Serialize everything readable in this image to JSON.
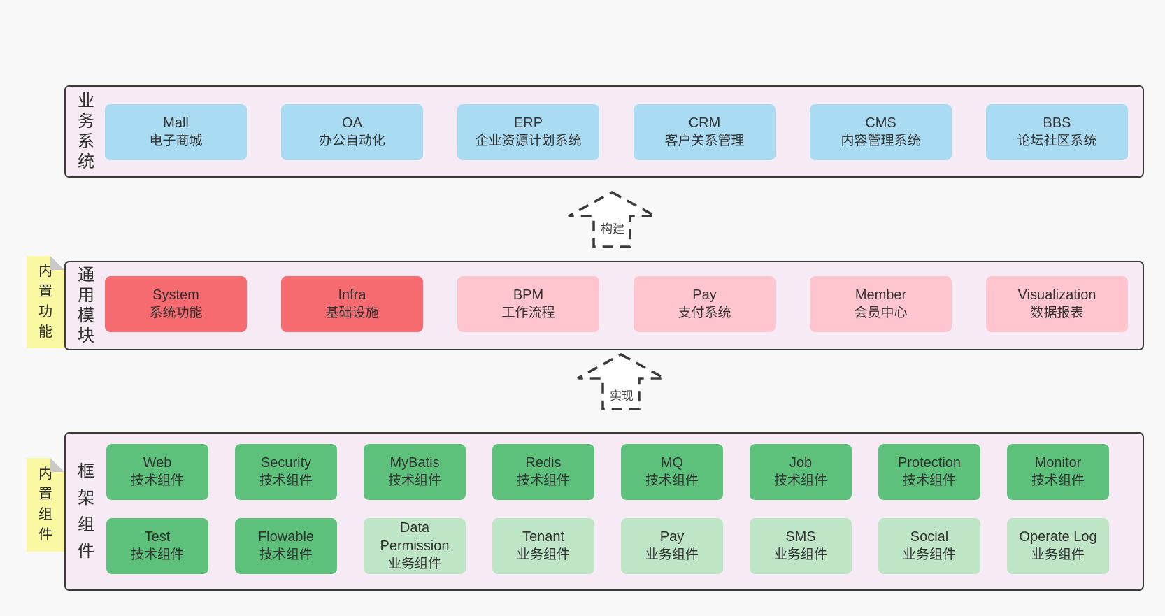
{
  "colors": {
    "page_bg": "#f8f8f8",
    "section_bg": "#f6ebf4",
    "section_border": "#3a3a3a",
    "blue": "#a9dbf2",
    "red": "#f56b6f",
    "pink": "#ffc5ce",
    "green": "#5ec17b",
    "green_light": "#bee5c6",
    "yellow": "#faf8a3",
    "fold_gray": "#c9c9c9",
    "text": "#333333"
  },
  "arrows": {
    "build_label": "构建",
    "implement_label": "实现"
  },
  "sections": {
    "business": {
      "label": "业务系统",
      "boxes": [
        {
          "title": "Mall",
          "subtitle": "电子商城"
        },
        {
          "title": "OA",
          "subtitle": "办公自动化"
        },
        {
          "title": "ERP",
          "subtitle": "企业资源计划系统"
        },
        {
          "title": "CRM",
          "subtitle": "客户关系管理"
        },
        {
          "title": "CMS",
          "subtitle": "内容管理系统"
        },
        {
          "title": "BBS",
          "subtitle": "论坛社区系统"
        }
      ]
    },
    "modules": {
      "label": "通用模块",
      "tag": "内置功能",
      "boxes": [
        {
          "title": "System",
          "subtitle": "系统功能",
          "variant": "red"
        },
        {
          "title": "Infra",
          "subtitle": "基础设施",
          "variant": "red"
        },
        {
          "title": "BPM",
          "subtitle": "工作流程",
          "variant": "pink"
        },
        {
          "title": "Pay",
          "subtitle": "支付系统",
          "variant": "pink"
        },
        {
          "title": "Member",
          "subtitle": "会员中心",
          "variant": "pink"
        },
        {
          "title": "Visualization",
          "subtitle": "数据报表",
          "variant": "pink"
        }
      ]
    },
    "framework": {
      "label": "框架组件",
      "tag": "内置组件",
      "row1": [
        {
          "title": "Web",
          "subtitle": "技术组件",
          "variant": "green"
        },
        {
          "title": "Security",
          "subtitle": "技术组件",
          "variant": "green"
        },
        {
          "title": "MyBatis",
          "subtitle": "技术组件",
          "variant": "green"
        },
        {
          "title": "Redis",
          "subtitle": "技术组件",
          "variant": "green"
        },
        {
          "title": "MQ",
          "subtitle": "技术组件",
          "variant": "green"
        },
        {
          "title": "Job",
          "subtitle": "技术组件",
          "variant": "green"
        },
        {
          "title": "Protection",
          "subtitle": "技术组件",
          "variant": "green"
        },
        {
          "title": "Monitor",
          "subtitle": "技术组件",
          "variant": "green"
        }
      ],
      "row2": [
        {
          "title": "Test",
          "subtitle": "技术组件",
          "variant": "green"
        },
        {
          "title": "Flowable",
          "subtitle": "技术组件",
          "variant": "green"
        },
        {
          "title": "Data Permission",
          "subtitle": "业务组件",
          "variant": "green_light"
        },
        {
          "title": "Tenant",
          "subtitle": "业务组件",
          "variant": "green_light"
        },
        {
          "title": "Pay",
          "subtitle": "业务组件",
          "variant": "green_light"
        },
        {
          "title": "SMS",
          "subtitle": "业务组件",
          "variant": "green_light"
        },
        {
          "title": "Social",
          "subtitle": "业务组件",
          "variant": "green_light"
        },
        {
          "title": "Operate Log",
          "subtitle": "业务组件",
          "variant": "green_light"
        }
      ]
    }
  }
}
